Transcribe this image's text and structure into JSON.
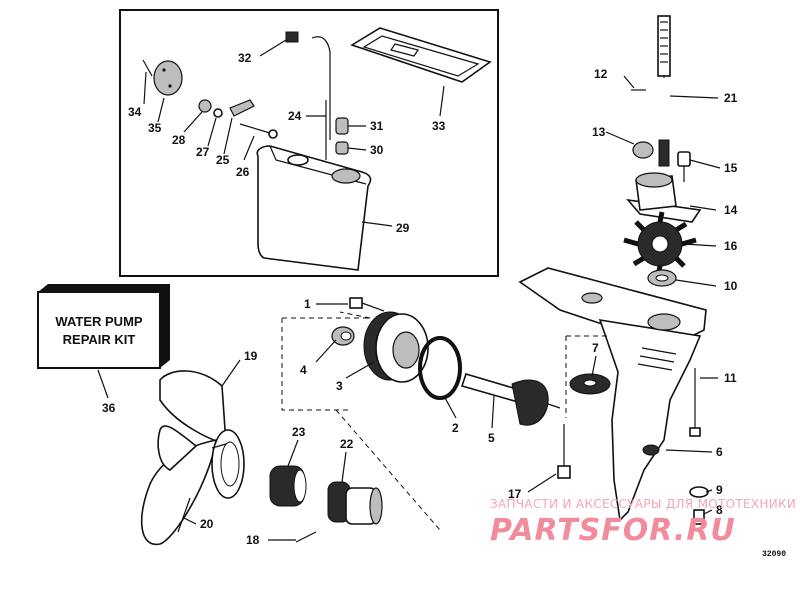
{
  "kit_box": {
    "line1": "WATER PUMP",
    "line2": "REPAIR KIT"
  },
  "callouts": {
    "p1": "1",
    "p2": "2",
    "p3": "3",
    "p4": "4",
    "p5": "5",
    "p6": "6",
    "p7": "7",
    "p8": "8",
    "p9": "9",
    "p10": "10",
    "p11": "11",
    "p12": "12",
    "p13": "13",
    "p14": "14",
    "p15": "15",
    "p16": "16",
    "p17": "17",
    "p18": "18",
    "p19": "19",
    "p20": "20",
    "p21": "21",
    "p22": "22",
    "p23": "23",
    "p24": "24",
    "p25": "25",
    "p26": "26",
    "p27": "27",
    "p28": "28",
    "p29": "29",
    "p30": "30",
    "p31": "31",
    "p32": "32",
    "p33": "33",
    "p34": "34",
    "p35": "35",
    "p36": "36"
  },
  "watermark": {
    "line1": "ЗАПЧАСТИ И АКСЕССУАРЫ ДЛЯ МОТОТЕХНИКИ",
    "line2": "PARTSFOR.RU"
  },
  "figure_code": "32090"
}
